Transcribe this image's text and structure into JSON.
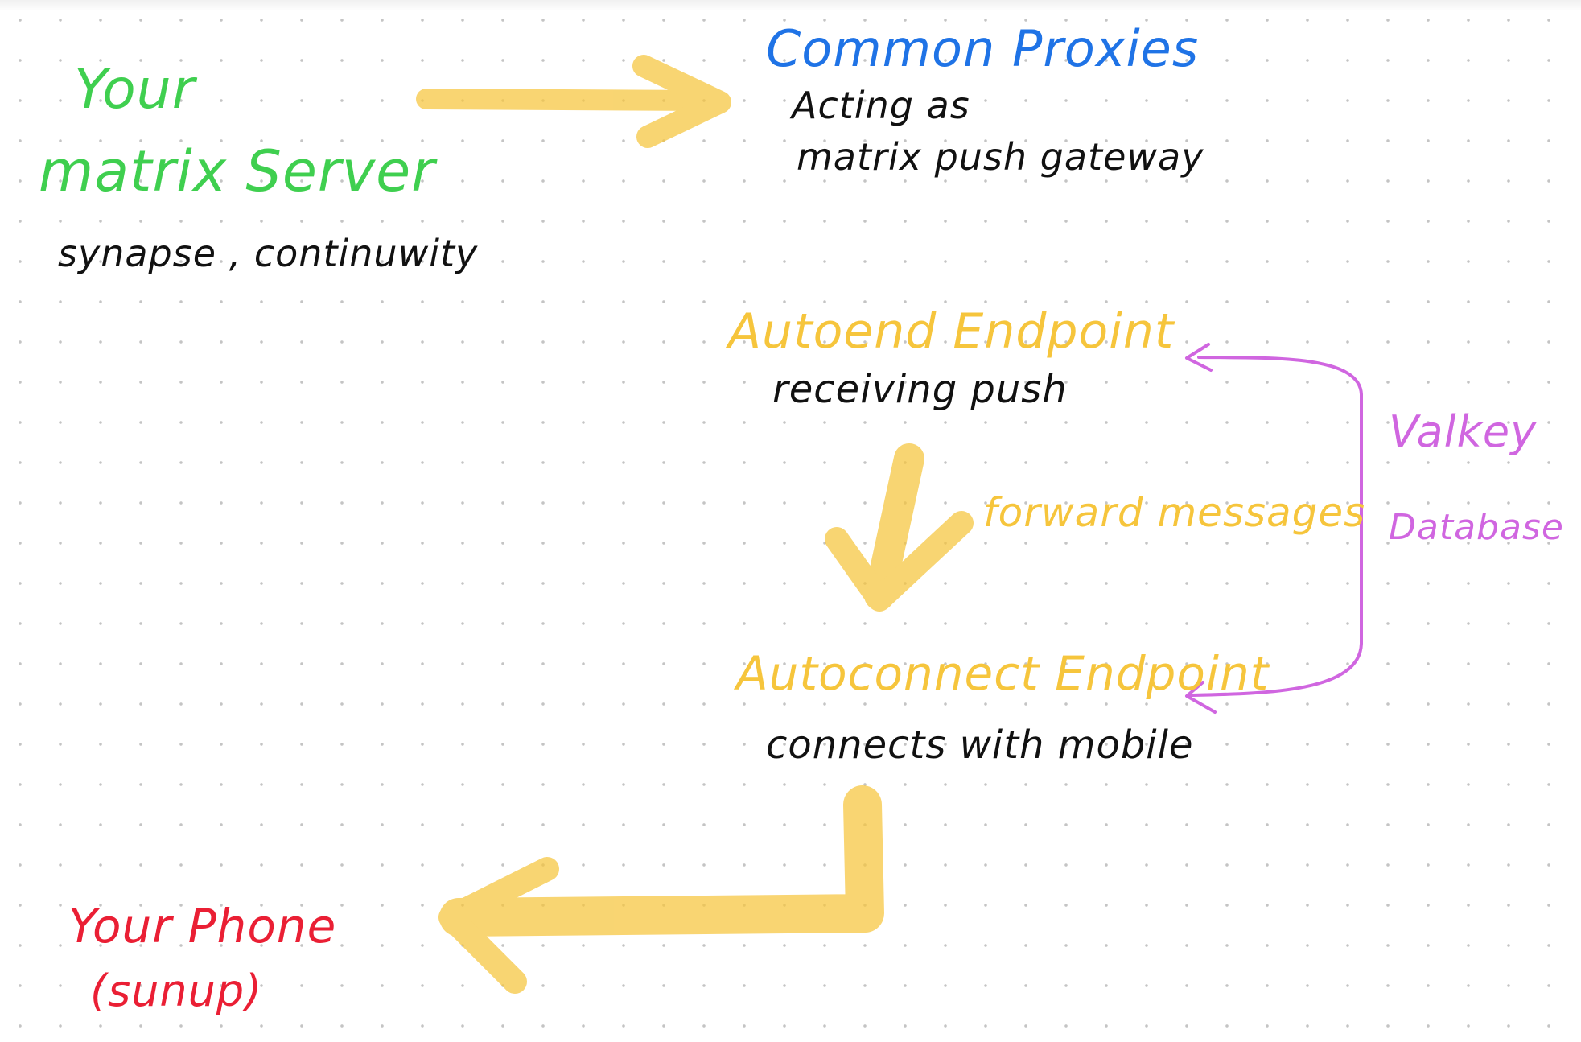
{
  "nodes": {
    "matrix_server": {
      "line1": "Your",
      "line2": "matrix Server",
      "subtitle": "synapse , continuwity",
      "color": "#3fcf4f"
    },
    "common_proxies": {
      "title": "Common Proxies",
      "sub_line1": "Acting as",
      "sub_line2": "matrix push gateway",
      "color": "#1f73e6"
    },
    "autoend": {
      "title": "Autoend Endpoint",
      "subtitle": "receiving push",
      "color": "#f6c53c"
    },
    "autoconnect": {
      "title": "Autoconnect Endpoint",
      "subtitle": "connects with mobile",
      "color": "#f6c53c"
    },
    "valkey": {
      "line1": "Valkey",
      "line2": "Database",
      "color": "#d066e0"
    },
    "phone": {
      "line1": "Your Phone",
      "line2": "(sunup)",
      "color": "#ea1f34"
    }
  },
  "edges": {
    "forward_label": "forward messages",
    "arrow_color": "#f6c53c"
  }
}
